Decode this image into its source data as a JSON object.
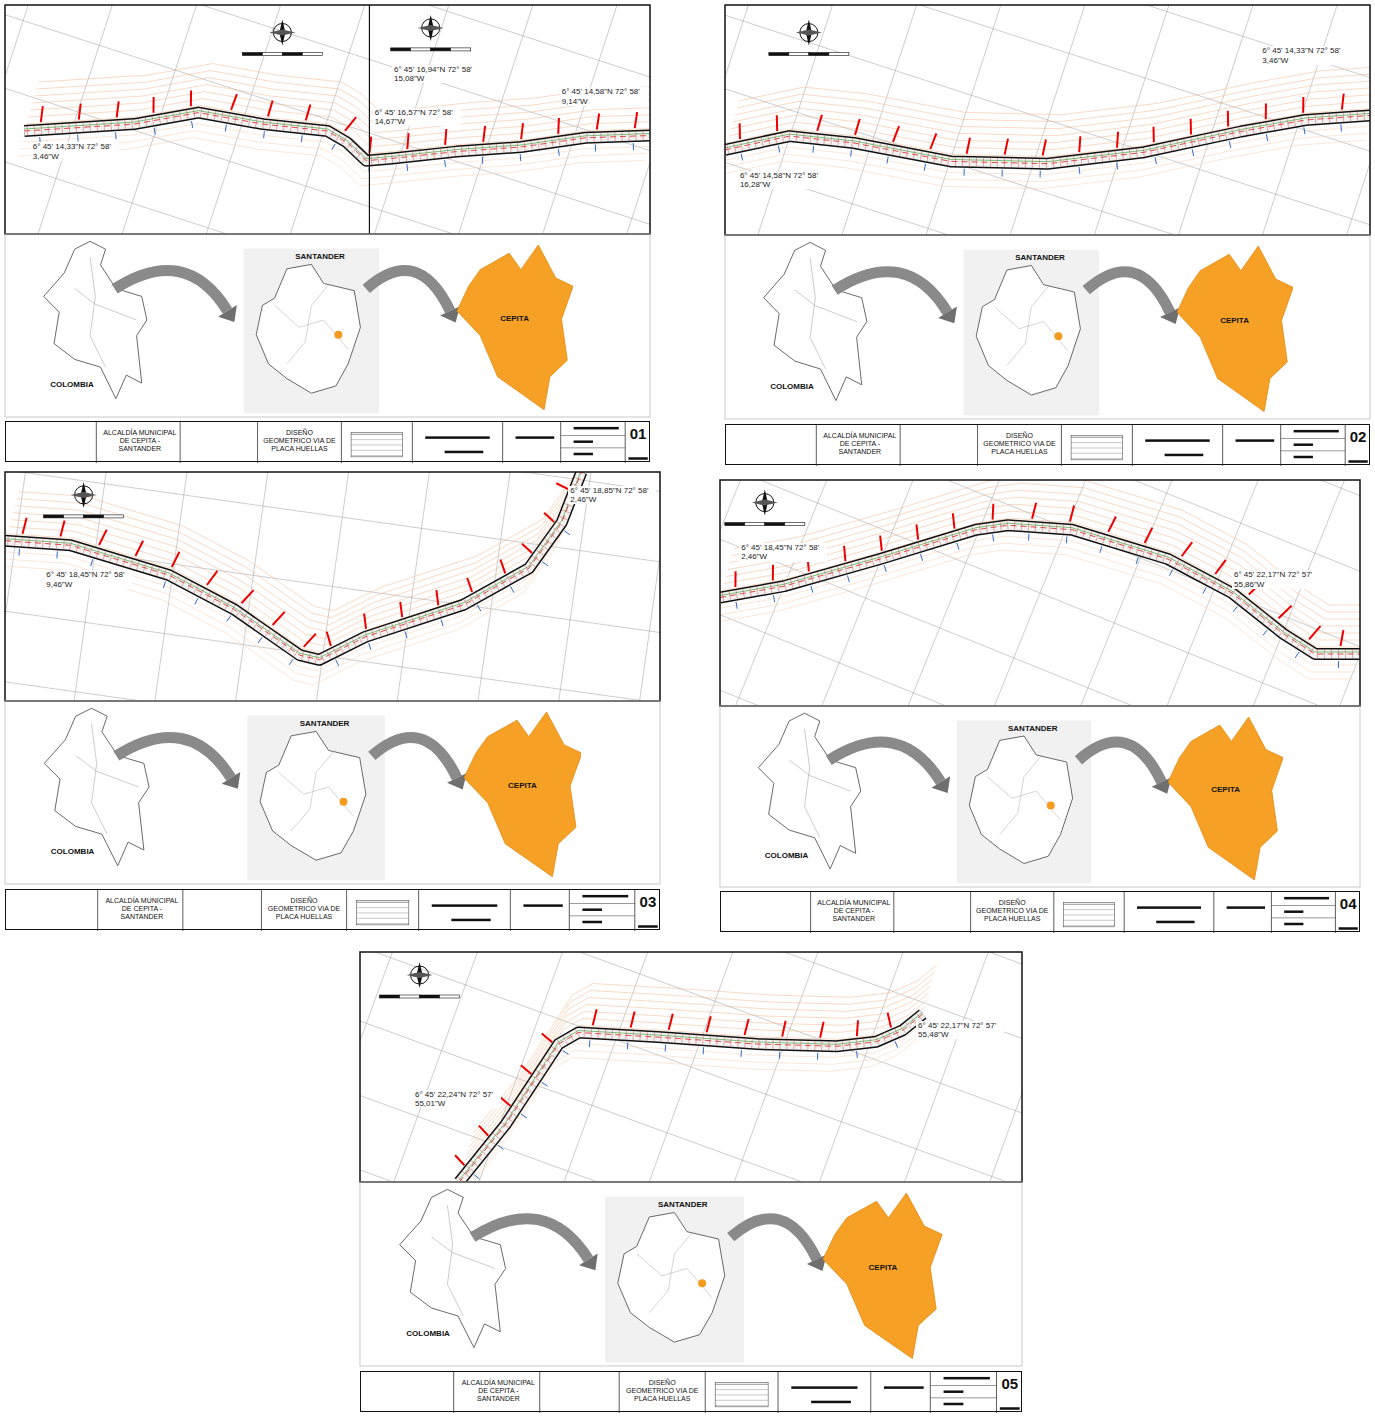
{
  "diagram": {
    "nodes": [
      {
        "text": [
          "CEPITA"
        ]
      },
      {
        "text": [
          "ALCALDÍA MUNICIPAL DE CEPITA - SANTANDER",
          "DISEÑO GEOMETRICO VIA DE PLACA HUELLAS",
          "01"
        ]
      },
      {
        "text": [
          "CEPITA"
        ]
      },
      {
        "text": [
          "ALCALDÍA MUNICIPAL DE CEPITA - SANTANDER",
          "DISEÑO GEOMETRICO VIA DE PLACA HUELLAS",
          "02"
        ]
      },
      {
        "text": [
          "CEPITA"
        ]
      },
      {
        "text": [
          "ALCALDÍA MUNICIPAL DE CEPITA - SANTANDER",
          "DISEÑO GEOMETRICO VIA DE PLACA HUELLAS",
          "03"
        ]
      },
      {
        "text": [
          "CEPITA"
        ]
      },
      {
        "text": [
          "ALCALDÍA MUNICIPAL DE CEPITA - SANTANDER",
          "DISEÑO GEOMETRICO VIA DE PLACA HUELLAS",
          "04"
        ]
      },
      {
        "text": [
          "CEPITA"
        ]
      },
      {
        "text": [
          "ALCALDÍA MUNICIPAL DE CEPITA - SANTANDER",
          "DISEÑO GEOMETRICO VIA DE PLACA HUELLAS",
          "05"
        ]
      }
    ],
    "labels": [
      "6° 45' 14,33\"N 72° 58' 3,46\"W",
      "6° 45' 16,94\"N 72° 58' 15,08\"W",
      "6° 45' 16,57\"N 72° 58' 14,67\"W",
      "6° 45' 14,58\"N 72° 58' 9,14\"W",
      "COLOMBIA",
      "SANTANDER",
      "6° 45' 14,58\"N 72° 58' 16,28\"W",
      "6° 45' 14,33\"N 72° 58' 3,46\"W",
      "COLOMBIA",
      "SANTANDER",
      "6° 45' 18,45\"N 72° 58' 9,46\"W",
      "6° 45' 18,85\"N 72° 58' 2,46\"W",
      "COLOMBIA",
      "SANTANDER",
      "6° 45' 18,45\"N 72° 58' 2,46\"W",
      "6° 45' 22,17\"N 72° 57' 55,86\"W",
      "COLOMBIA",
      "SANTANDER",
      "6° 45' 22,24\"N 72° 57' 55,01\"W",
      "6° 45' 22,17\"N 72° 57' 55,48\"W",
      "COLOMBIA",
      "SANTANDER"
    ]
  }
}
